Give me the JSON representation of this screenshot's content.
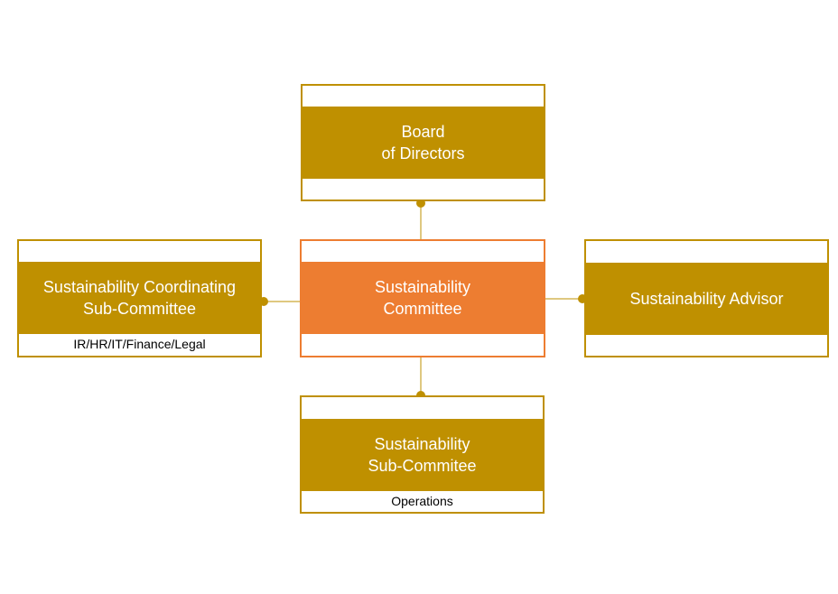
{
  "nodes": {
    "board": {
      "line1": "Board",
      "line2": "of Directors"
    },
    "coordinating": {
      "line1": "Sustainability Coordinating",
      "line2": "Sub-Committee",
      "sub": "IR/HR/IT/Finance/Legal"
    },
    "committee": {
      "line1": "Sustainability",
      "line2": "Committee"
    },
    "advisor": {
      "line1": "Sustainability Advisor"
    },
    "subcommittee": {
      "line1": "Sustainability",
      "line2": "Sub-Commitee",
      "sub": "Operations"
    }
  },
  "colors": {
    "primary": "#bf9000",
    "highlight": "#ed7d31",
    "connector": "#bf9000"
  }
}
